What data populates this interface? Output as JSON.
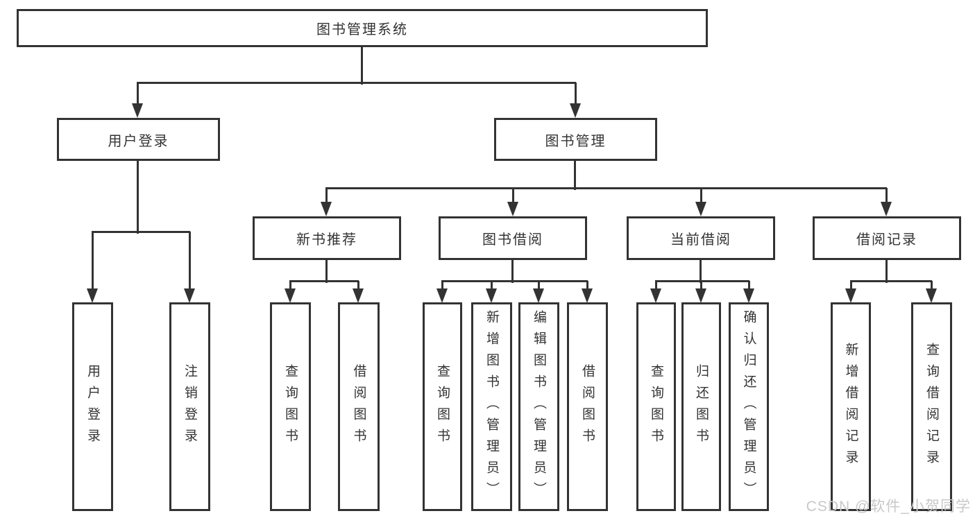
{
  "diagram_title": "图书管理系统",
  "colors": {
    "line": "#333333",
    "text": "#333333",
    "box_background": "#ffffff",
    "page_background": "#ffffff",
    "watermark": "#c8c8c8"
  },
  "tree": {
    "label": "图书管理系统",
    "children": [
      {
        "label": "用户登录",
        "children": [
          {
            "label": "用户登录"
          },
          {
            "label": "注销登录"
          }
        ]
      },
      {
        "label": "图书管理",
        "children": [
          {
            "label": "新书推荐",
            "children": [
              {
                "label": "查询图书"
              },
              {
                "label": "借阅图书"
              }
            ]
          },
          {
            "label": "图书借阅",
            "children": [
              {
                "label": "查询图书"
              },
              {
                "label": "新增图书（管理员）"
              },
              {
                "label": "编辑图书（管理员）"
              },
              {
                "label": "借阅图书"
              }
            ]
          },
          {
            "label": "当前借阅",
            "children": [
              {
                "label": "查询图书"
              },
              {
                "label": "归还图书"
              },
              {
                "label": "确认归还（管理员）"
              }
            ]
          },
          {
            "label": "借阅记录",
            "children": [
              {
                "label": "新增借阅记录"
              },
              {
                "label": "查询借阅记录"
              }
            ]
          }
        ]
      }
    ]
  },
  "watermark": {
    "text": "CSDN @软件_小贺同学"
  }
}
